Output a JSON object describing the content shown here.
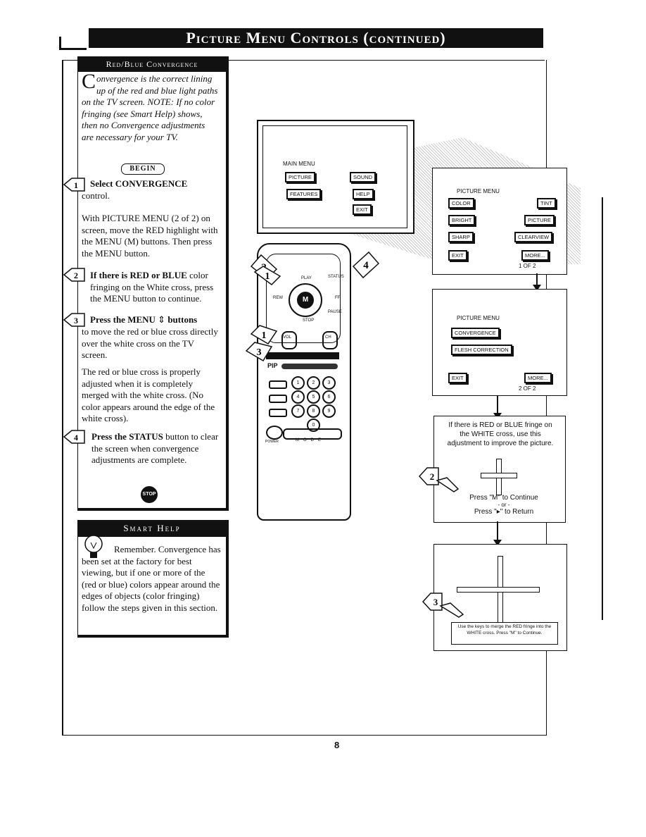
{
  "header": {
    "title": "Picture Menu Controls (continued)"
  },
  "convergence": {
    "heading": "Red/Blue Convergence",
    "dropcap": "C",
    "intro_text": "onvergence is the correct lining up of the red and blue light paths on the TV screen. NOTE: If no color fringing (see Smart Help) shows, then no Convergence adjustments are necessary for your TV.",
    "begin_label": "BEGIN",
    "step1_title": "Select CONVERGENCE",
    "step1_after": "control.",
    "step1_detail": "With PICTURE MENU (2 of 2) on screen, move the RED highlight with the MENU (M) buttons. Then press the MENU button.",
    "step2_title": "If there is RED or BLUE",
    "step2_rest": "color fringing on the White cross, press the MENU button to continue.",
    "step3_title": "Press the MENU",
    "step3_title_end": "buttons",
    "step3_rest": "to move the red or blue cross directly over the white cross on the TV screen.",
    "step3_note": "The red or blue cross is properly adjusted when it is completely merged with the white cross. (No color appears around the edge of the white cross).",
    "step4_title": "Press the STATUS",
    "step4_rest": "button to clear the screen when convergence adjustments are complete.",
    "stop_label": "STOP",
    "step_numbers": [
      "1",
      "2",
      "3",
      "4"
    ]
  },
  "smart_help": {
    "heading": "Smart Help",
    "text": "Remember. Convergence has been set at the factory for best viewing, but if one or more of the (red or blue) colors appear around the edges of objects (color fringing) follow the steps given in this section."
  },
  "main_menu": {
    "title": "MAIN MENU",
    "items": [
      "PICTURE",
      "SOUND",
      "FEATURES",
      "HELP",
      "EXIT"
    ]
  },
  "picture_menu_1": {
    "title": "PICTURE MENU",
    "items": [
      "COLOR",
      "TINT",
      "BRIGHT",
      "PICTURE",
      "SHARP",
      "CLEARVIEW",
      "EXIT",
      "MORE..."
    ],
    "page": "1 OF 2"
  },
  "picture_menu_2": {
    "title": "PICTURE MENU",
    "items": [
      "CONVERGENCE",
      "FLESH CORRECTION",
      "EXIT",
      "MORE..."
    ],
    "page": "2 OF 2"
  },
  "screen_prompt": {
    "text": "If there is RED or BLUE fringe on the WHITE cross, use this adjustment to improve the picture.",
    "continue": "Press \"M\" to Continue",
    "or": "- or -",
    "return": "Press \"▸\" to Return"
  },
  "screen_merge": {
    "text": "Use the keys to merge the RED fringe into the WHITE cross. Press \"M\" to Continue."
  },
  "remote": {
    "labels": [
      "PLAY",
      "STATUS",
      "REW",
      "FF",
      "PAUSE",
      "STOP",
      "VOL",
      "CH",
      "PIP",
      "MODE",
      "POWER"
    ],
    "callouts": [
      "1",
      "2",
      "3",
      "4",
      "1"
    ]
  },
  "page_number": "8"
}
